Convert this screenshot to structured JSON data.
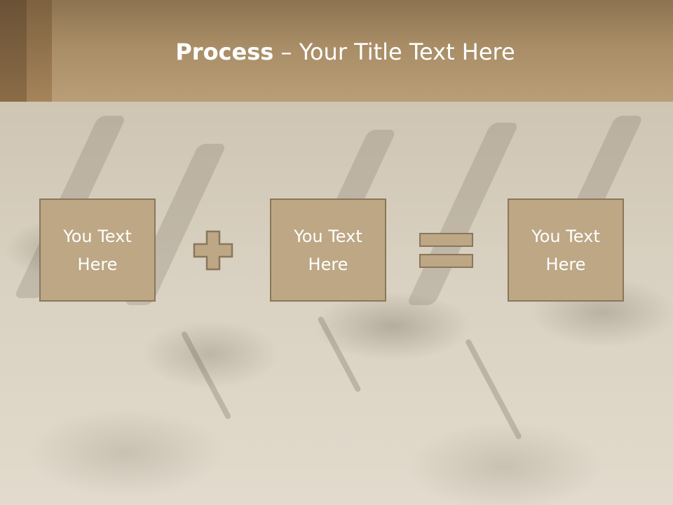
{
  "slide": {
    "title_bold": "Process",
    "title_rest": " – Your Title Text Here"
  },
  "process": {
    "boxes": [
      {
        "line1": "You Text",
        "line2": "Here"
      },
      {
        "line1": "You Text",
        "line2": "Here"
      },
      {
        "line1": "You Text",
        "line2": "Here"
      }
    ],
    "operators": [
      "plus-icon",
      "equals-icon"
    ]
  },
  "colors": {
    "header": "#a88d66",
    "box_fill": "#bda785",
    "box_border": "#8a775a",
    "text": "#ffffff"
  }
}
